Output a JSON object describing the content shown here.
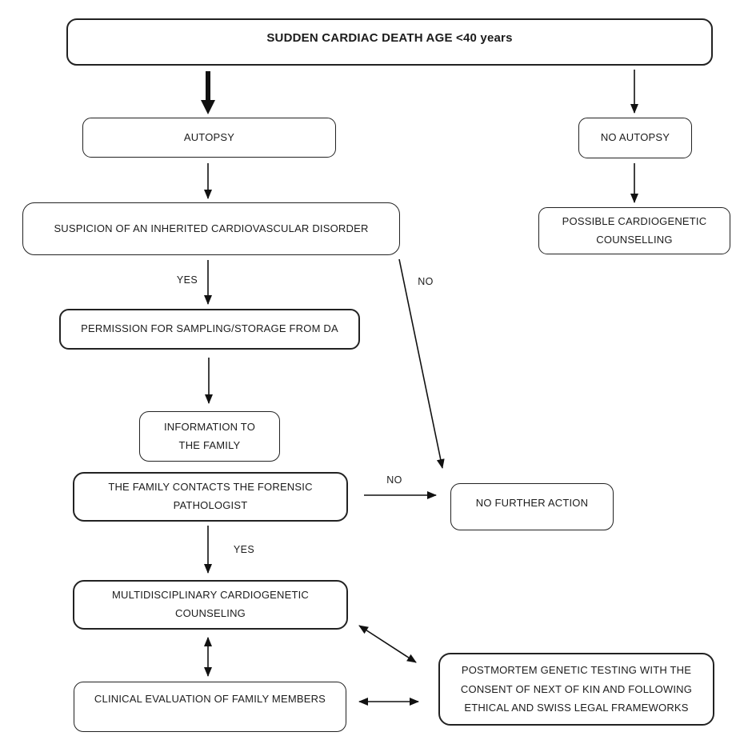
{
  "flowchart": {
    "nodes": {
      "title": "SUDDEN CARDIAC DEATH AGE <40 years",
      "autopsy": "AUTOPSY",
      "no_autopsy": "NO AUTOPSY",
      "possible_counselling": "POSSIBLE CARDIOGENETIC COUNSELLING",
      "suspicion": "SUSPICION OF AN INHERITED CARDIOVASCULAR DISORDER",
      "permission": "PERMISSION FOR SAMPLING/STORAGE FROM DA",
      "information": "INFORMATION TO THE FAMILY",
      "family_contacts": "THE FAMILY CONTACTS THE FORENSIC PATHOLOGIST",
      "no_further_action": "NO FURTHER ACTION",
      "multidisciplinary": "MULTIDISCIPLINARY CARDIOGENETIC COUNSELING",
      "clinical_evaluation": "CLINICAL EVALUATION OF FAMILY MEMBERS",
      "postmortem": "POSTMORTEM GENETIC TESTING WITH THE CONSENT OF NEXT OF KIN AND FOLLOWING ETHICAL AND SWISS LEGAL FRAMEWORKS"
    },
    "edge_labels": {
      "suspicion_yes": "YES",
      "suspicion_no": "NO",
      "family_no": "NO",
      "family_yes": "YES"
    },
    "colors": {
      "background": "#ffffff",
      "box_border": "#222222",
      "text": "#1c1c1c",
      "arrow": "#111111"
    }
  }
}
